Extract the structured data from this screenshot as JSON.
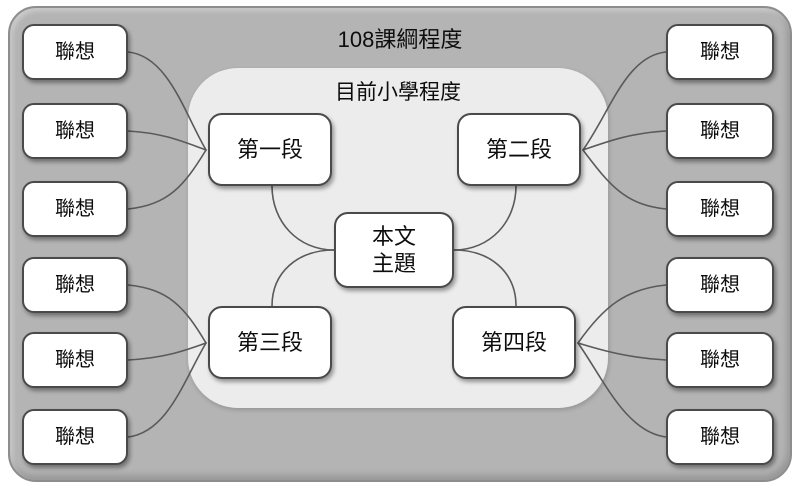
{
  "diagram": {
    "outer_title": "108課綱程度",
    "inner_title": "目前小學程度",
    "center_node": {
      "line1": "本文",
      "line2": "主題"
    },
    "paragraph_nodes": {
      "p1": "第一段",
      "p2": "第二段",
      "p3": "第三段",
      "p4": "第四段"
    },
    "associations": {
      "left": [
        "聯想",
        "聯想",
        "聯想",
        "聯想",
        "聯想",
        "聯想"
      ],
      "right": [
        "聯想",
        "聯想",
        "聯想",
        "聯想",
        "聯想",
        "聯想"
      ]
    },
    "colors": {
      "outer_bg": "#b4b4b4",
      "outer_border": "#8d8d8d",
      "inner_bg": "#ececec",
      "node_bg": "#ffffff",
      "node_border": "#4a4a4a",
      "line": "#5a5a5a",
      "text": "#111111"
    }
  }
}
